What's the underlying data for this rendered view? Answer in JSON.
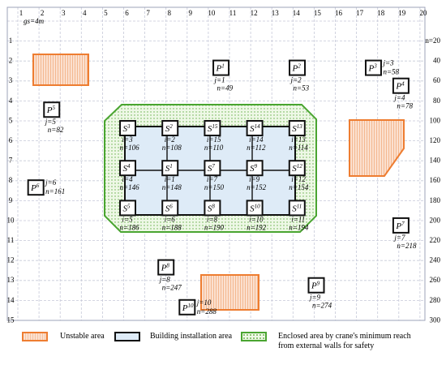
{
  "grid": {
    "scale_label": "gs=4m",
    "top_numbers": [
      "1",
      "2",
      "3",
      "4",
      "5",
      "6",
      "7",
      "8",
      "9",
      "10",
      "11",
      "12",
      "13",
      "14",
      "15",
      "16",
      "17",
      "18",
      "19",
      "20"
    ],
    "left_numbers": [
      "1",
      "2",
      "3",
      "4",
      "5",
      "6",
      "7",
      "8",
      "9",
      "10",
      "11",
      "12",
      "13",
      "14",
      "15"
    ],
    "right_numbers": [
      "n=20",
      "40",
      "60",
      "80",
      "100",
      "120",
      "140",
      "160",
      "180",
      "200",
      "220",
      "240",
      "260",
      "280",
      "300"
    ]
  },
  "colors": {
    "unstable_border": "#ee7d31",
    "building_fill": "#deebf7",
    "enclosed_border": "#4aa531",
    "grid_line": "#bfc3d6"
  },
  "supply_points": [
    {
      "id": "P1",
      "sup": "1",
      "j": "j=1",
      "n": "n=49",
      "cx": 9.6,
      "cy": 3.3,
      "lx": "left",
      "ly": "below"
    },
    {
      "id": "P2",
      "sup": "2",
      "j": "j=2",
      "n": "n=53",
      "cx": 13.2,
      "cy": 3.3,
      "lx": "left",
      "ly": "below"
    },
    {
      "id": "P3",
      "sup": "3",
      "j": "j=3",
      "n": "n=58",
      "cx": 16.8,
      "cy": 3.3,
      "lx": "right",
      "ly": "side"
    },
    {
      "id": "P4",
      "sup": "4",
      "j": "j=4",
      "n": "n=78",
      "cx": 18.1,
      "cy": 4.2,
      "lx": "left",
      "ly": "below"
    },
    {
      "id": "P5",
      "sup": "5",
      "j": "j=5",
      "n": "n=82",
      "cx": 1.6,
      "cy": 5.4,
      "lx": "left",
      "ly": "below"
    },
    {
      "id": "P6",
      "sup": "6",
      "j": "j=6",
      "n": "n=161",
      "cx": 0.85,
      "cy": 9.3,
      "lx": "right",
      "ly": "side"
    },
    {
      "id": "P7",
      "sup": "7",
      "j": "j=7",
      "n": "n=218",
      "cx": 18.1,
      "cy": 11.2,
      "lx": "left",
      "ly": "below"
    },
    {
      "id": "P8",
      "sup": "8",
      "j": "j=8",
      "n": "n=247",
      "cx": 7.0,
      "cy": 13.3,
      "lx": "left",
      "ly": "below"
    },
    {
      "id": "P9",
      "sup": "9",
      "j": "j=9",
      "n": "n=274",
      "cx": 14.1,
      "cy": 14.2,
      "lx": "left",
      "ly": "below"
    },
    {
      "id": "P10",
      "sup": "10",
      "j": "j=10",
      "n": "n=288",
      "cx": 8.0,
      "cy": 15.3,
      "lx": "right",
      "ly": "side"
    }
  ],
  "crane_sites": [
    {
      "sup": "3",
      "i": "i=3",
      "n": "n=106",
      "col": 6,
      "row": 6
    },
    {
      "sup": "2",
      "i": "i=2",
      "n": "n=108",
      "col": 8,
      "row": 6
    },
    {
      "sup": "15",
      "i": "i=15",
      "n": "n=110",
      "col": 10,
      "row": 6
    },
    {
      "sup": "14",
      "i": "i=14",
      "n": "n=112",
      "col": 12,
      "row": 6
    },
    {
      "sup": "13",
      "i": "i=13",
      "n": "n=114",
      "col": 14,
      "row": 6
    },
    {
      "sup": "4",
      "i": "i=4",
      "n": "n=146",
      "col": 6,
      "row": 8
    },
    {
      "sup": "1",
      "i": "i=1",
      "n": "n=148",
      "col": 8,
      "row": 8
    },
    {
      "sup": "7",
      "i": "i=7",
      "n": "n=150",
      "col": 10,
      "row": 8
    },
    {
      "sup": "9",
      "i": "i=9",
      "n": "n=152",
      "col": 12,
      "row": 8
    },
    {
      "sup": "12",
      "i": "i=12",
      "n": "n=154",
      "col": 14,
      "row": 8
    },
    {
      "sup": "5",
      "i": "i=5",
      "n": "n=186",
      "col": 6,
      "row": 10
    },
    {
      "sup": "6",
      "i": "i=6",
      "n": "n=188",
      "col": 8,
      "row": 10
    },
    {
      "sup": "8",
      "i": "i=8",
      "n": "n=190",
      "col": 10,
      "row": 10
    },
    {
      "sup": "10",
      "i": "i=10",
      "n": "n=192",
      "col": 12,
      "row": 10
    },
    {
      "sup": "11",
      "i": "i=11",
      "n": "n=194",
      "col": 14,
      "row": 10
    }
  ],
  "legend": {
    "unstable": "Unstable area",
    "building": "Building installation area",
    "enclosed_line1": "Enclosed area by crane's minimum reach",
    "enclosed_line2": "from external walls for safety"
  }
}
